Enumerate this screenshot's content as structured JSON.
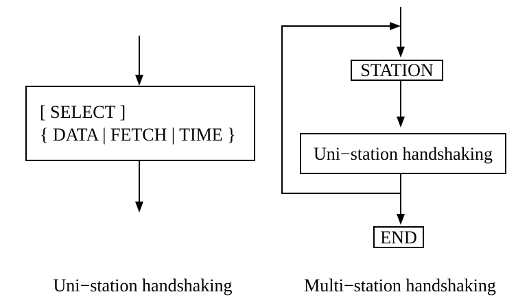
{
  "figure": {
    "colors": {
      "line": "#000000",
      "background": "#ffffff",
      "text": "#000000"
    }
  },
  "left_diagram": {
    "select_box": {
      "line1": "[ SELECT ]",
      "line2": "{ DATA | FETCH | TIME }"
    },
    "caption": "Uni−station handshaking"
  },
  "right_diagram": {
    "station_box": "STATION",
    "process_box": "Uni−station handshaking",
    "end_box": "END",
    "caption": "Multi−station handshaking"
  }
}
